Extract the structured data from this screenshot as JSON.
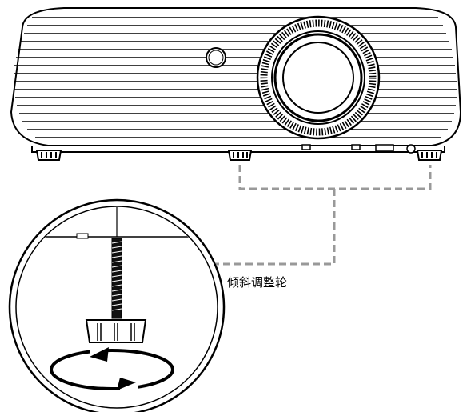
{
  "callout": {
    "label": "倾斜调整轮"
  },
  "colors": {
    "line": "#000000",
    "leader": "#999999",
    "background": "#ffffff"
  },
  "icons": [
    "projector",
    "rotation-arrows"
  ]
}
